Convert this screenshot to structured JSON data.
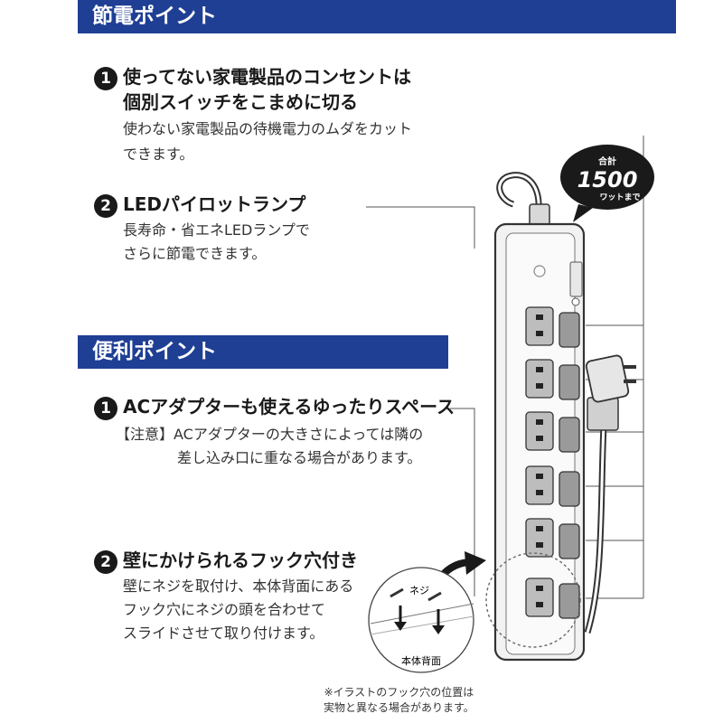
{
  "sections": [
    {
      "title": "節電ポイント",
      "items": [
        {
          "number": "1",
          "heading_lines": [
            "使ってない家電製品のコンセントは",
            "個別スイッチをこまめに切る"
          ],
          "body_lines": [
            "使わない家電製品の待機電力のムダをカット",
            "できます。"
          ]
        },
        {
          "number": "2",
          "heading_lines": [
            "LEDパイロットランプ"
          ],
          "body_lines": [
            "長寿命・省エネLEDランプで",
            "さらに節電できます。"
          ]
        }
      ]
    },
    {
      "title": "便利ポイント",
      "items": [
        {
          "number": "1",
          "heading_lines": [
            "ACアダプターも使えるゆったりスペース"
          ],
          "body_lines": [
            "【注意】ACアダプターの大きさによっては隣の",
            "差し込み口に重なる場合があります。"
          ]
        },
        {
          "number": "2",
          "heading_lines": [
            "壁にかけられるフック穴付き"
          ],
          "body_lines": [
            "壁にネジを取付け、本体背面にある",
            "フック穴にネジの頭を合わせて",
            "スライドさせて取り付けます。"
          ]
        }
      ]
    }
  ],
  "badge": {
    "top": "合計",
    "number": "1500",
    "bottom": "ワットまで"
  },
  "inset": {
    "screw_label": "ネジ",
    "back_label": "本体背面"
  },
  "footnote_lines": [
    "※イラストのフック穴の位置は",
    "実物と異なる場合があります。"
  ],
  "icons": [
    "power-strip-illustration",
    "plug-icon",
    "screw-icon",
    "curved-arrow-icon",
    "down-arrow-icon"
  ]
}
